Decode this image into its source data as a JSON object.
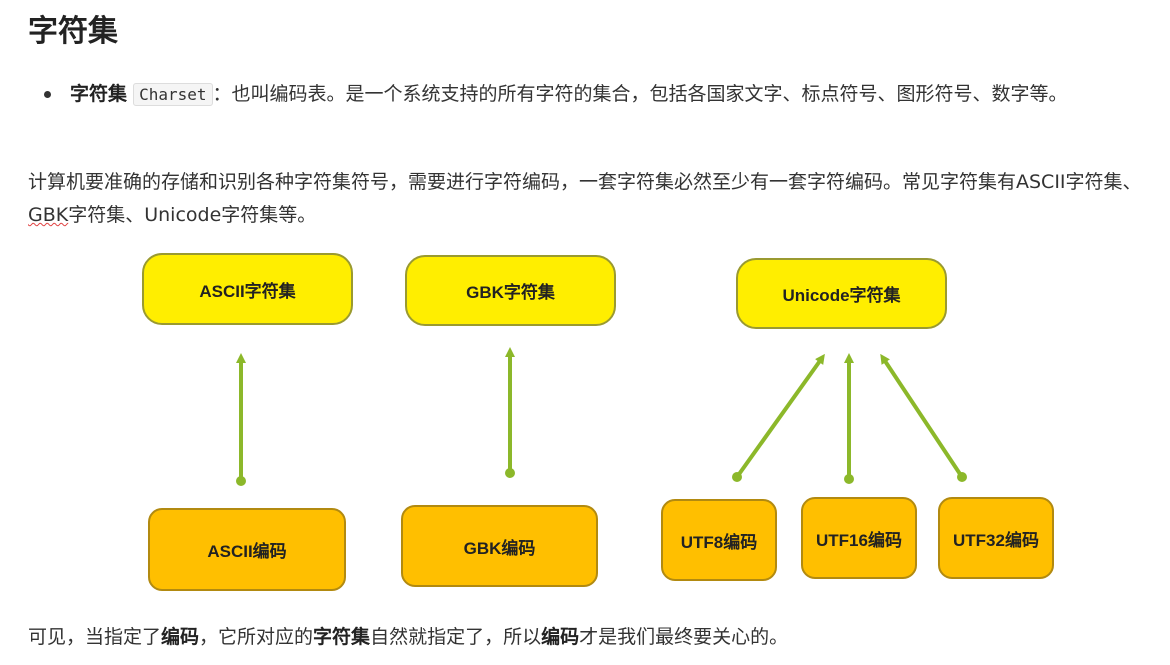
{
  "heading": "字符集",
  "bullet": {
    "term": "字符集",
    "code": "Charset",
    "rest": "：也叫编码表。是一个系统支持的所有字符的集合，包括各国家文字、标点符号、图形符号、数字等。"
  },
  "paragraph": {
    "part1": "计算机要准确的存储和识别各种字符集符号，需要进行字符编码，一套字符集必然至少有一套字符编码。常见字符集有ASCII字符集、",
    "gbk": "GBK",
    "part2": "字符集、Unicode字符集等。"
  },
  "diagram": {
    "charsets": [
      "ASCII字符集",
      "GBK字符集",
      "Unicode字符集"
    ],
    "encodings": [
      "ASCII编码",
      "GBK编码",
      "UTF8编码",
      "UTF16编码",
      "UTF32编码"
    ],
    "colors": {
      "charset_fill": "#ffee00",
      "encoding_fill": "#ffbf00",
      "arrow": "#8cb82a"
    }
  },
  "footer": {
    "p1": "可见，当指定了",
    "b1": "编码",
    "p2": "，它所对应的",
    "b2": "字符集",
    "p3": "自然就指定了，所以",
    "b3": "编码",
    "p4": "才是我们最终要关心的。"
  }
}
